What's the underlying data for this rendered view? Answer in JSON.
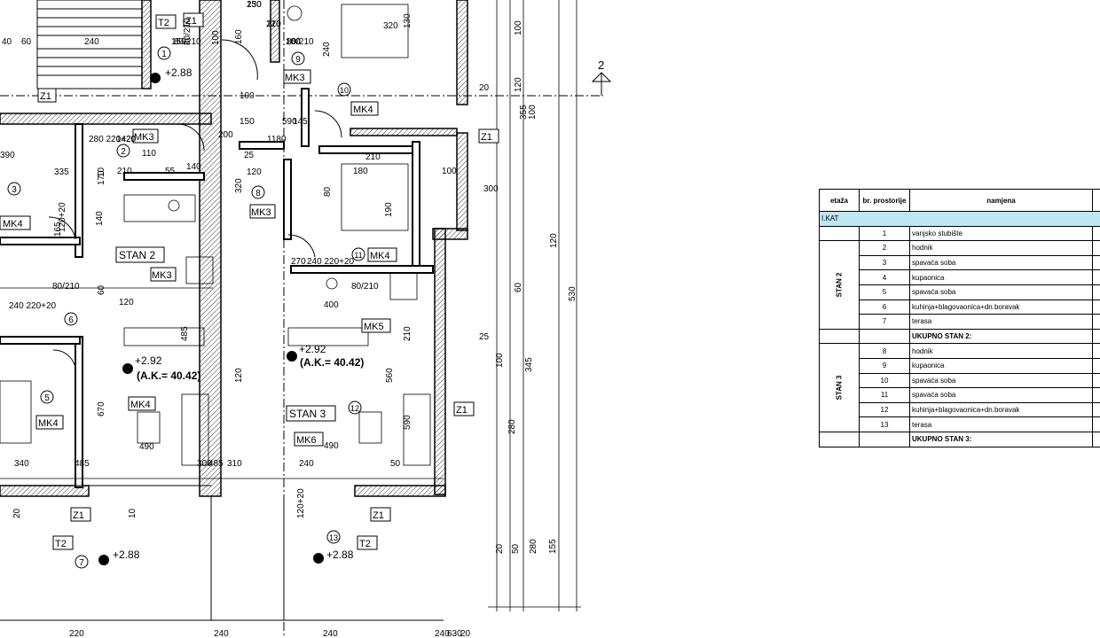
{
  "plan": {
    "rooms": [
      {
        "num": "1"
      },
      {
        "num": "2"
      },
      {
        "num": "3"
      },
      {
        "num": "5"
      },
      {
        "num": "6"
      },
      {
        "num": "7"
      },
      {
        "num": "8"
      },
      {
        "num": "9"
      },
      {
        "num": "10"
      },
      {
        "num": "11"
      },
      {
        "num": "12"
      },
      {
        "num": "13"
      }
    ],
    "apartment_labels": [
      "STAN 2",
      "STAN 3"
    ],
    "box_labels": [
      "T2",
      "Z1",
      "MK3",
      "MK4",
      "MK5",
      "MK6",
      "Z1",
      "T2",
      "MK3",
      "MK4",
      "MK4",
      "MK3",
      "MK4",
      "Z1",
      "Z1",
      "Z1",
      "Z1",
      "T2",
      "MK4",
      "MK3"
    ],
    "level_marks": [
      "+2.88",
      "+2.92",
      "+2.92",
      "+2.88",
      "+2.88"
    ],
    "area_labels": [
      "(A.K.= 40.42)",
      "(A.K.= 40.42)"
    ],
    "section_mark": "2",
    "dimensions": [
      "130",
      "210",
      "100",
      "320",
      "130",
      "240",
      "150",
      "160",
      "40",
      "60",
      "240",
      "355",
      "100",
      "120",
      "530",
      "590",
      "1180",
      "1420",
      "110",
      "210",
      "180",
      "100",
      "300",
      "390",
      "335",
      "55",
      "120",
      "320",
      "80",
      "190",
      "140",
      "170",
      "165",
      "270",
      "120",
      "60",
      "80/210",
      "80/210",
      "400",
      "210",
      "100",
      "345",
      "485",
      "120",
      "560",
      "590",
      "670",
      "490",
      "490",
      "280",
      "340",
      "300",
      "485",
      "310",
      "240",
      "50",
      "20",
      "50",
      "280",
      "155",
      "220",
      "240",
      "240",
      "240",
      "630",
      "20",
      "485",
      "20",
      "25",
      "20",
      "10",
      "120+20",
      "120+20",
      "240 220+20",
      "240 220+20",
      "280 220+20",
      "80/210",
      "80/210",
      "80/210",
      "100",
      "100",
      "150",
      "145",
      "200",
      "25",
      "140",
      "210",
      "10",
      "100",
      "120",
      "60",
      "250",
      "120",
      "160"
    ]
  },
  "table": {
    "headers": [
      "etaža",
      "br. prostorije",
      "namjena"
    ],
    "floor": "I.KAT",
    "rows": [
      {
        "group": "",
        "num": "1",
        "name": "vanjsko stubište"
      },
      {
        "group": "STAN 2",
        "num": "2",
        "name": "hodnik"
      },
      {
        "group": "STAN 2",
        "num": "3",
        "name": "spavaća soba"
      },
      {
        "group": "STAN 2",
        "num": "4",
        "name": "kupaonica"
      },
      {
        "group": "STAN 2",
        "num": "5",
        "name": "spavaća soba"
      },
      {
        "group": "STAN 2",
        "num": "6",
        "name": "kuhinja+blagovaonica+dn.boravak"
      },
      {
        "group": "STAN 2",
        "num": "7",
        "name": "terasa"
      },
      {
        "group": "STAN 3",
        "num": "8",
        "name": "hodnik"
      },
      {
        "group": "STAN 3",
        "num": "9",
        "name": "kupaonica"
      },
      {
        "group": "STAN 3",
        "num": "10",
        "name": "spavaća soba"
      },
      {
        "group": "STAN 3",
        "num": "11",
        "name": "spavaća soba"
      },
      {
        "group": "STAN 3",
        "num": "12",
        "name": "kuhinja+blagovaonica+dn.boravak"
      },
      {
        "group": "STAN 3",
        "num": "13",
        "name": "terasa"
      }
    ],
    "total_stan2": "UKUPNO STAN 2:",
    "total_stan3": "UKUPNO STAN 3:",
    "group_stan2": "STAN 2",
    "group_stan3": "STAN 3"
  }
}
